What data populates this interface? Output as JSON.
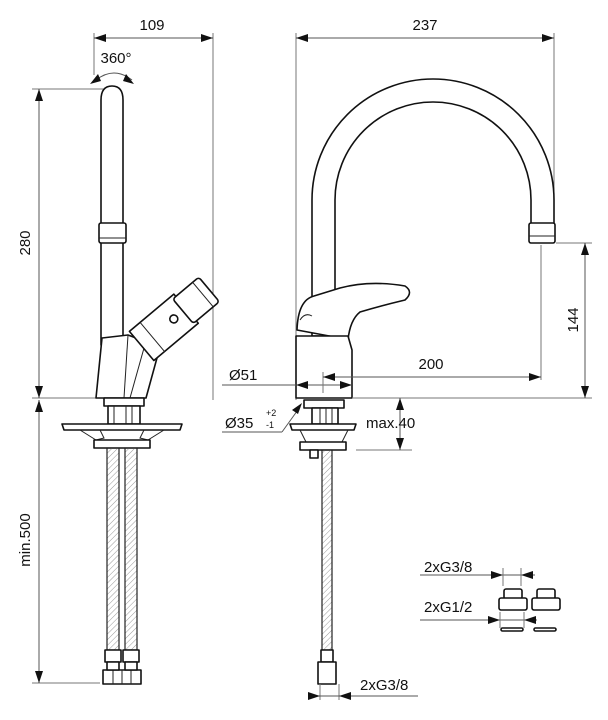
{
  "title": "Single-lever basin mixer - technical dimension drawing",
  "side_view": {
    "dim_width": "109",
    "rotation": "360°",
    "dim_height": "280",
    "dim_hose_length": "min.500"
  },
  "front_view": {
    "dim_width": "237",
    "dim_spout_reach": "200",
    "dim_outlet_height": "144",
    "dim_body_diameter": "Ø51",
    "dim_hole_diameter": "Ø35",
    "tolerance_plus": "+2",
    "tolerance_minus": "-1",
    "dim_deck_thickness": "max.40",
    "hose_connection": "2xG3/8"
  },
  "adapters": {
    "label_top": "2xG3/8",
    "label_bottom": "2xG1/2"
  }
}
